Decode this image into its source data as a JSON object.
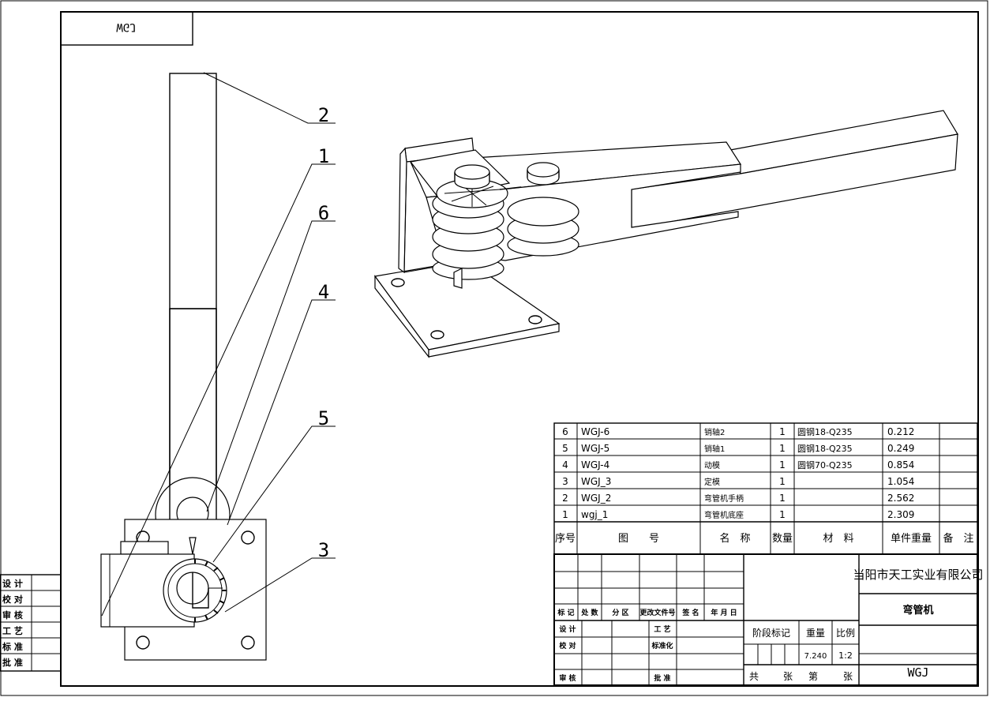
{
  "drawing": {
    "corner_code_mirrored": "WGJ",
    "balloons": [
      "2",
      "1",
      "6",
      "4",
      "5",
      "3"
    ]
  },
  "left_signoff": [
    "设 计",
    "校 对",
    "审 核",
    "工 艺",
    "标 准",
    "批 准"
  ],
  "bom": {
    "rows": [
      {
        "seq": "6",
        "code": "WGJ-6",
        "name": "销轴2",
        "qty": "1",
        "material": "圆钢18-Q235",
        "weight": "0.212",
        "note": ""
      },
      {
        "seq": "5",
        "code": "WGJ-5",
        "name": "销轴1",
        "qty": "1",
        "material": "圆钢18-Q235",
        "weight": "0.249",
        "note": ""
      },
      {
        "seq": "4",
        "code": "WGJ-4",
        "name": "动模",
        "qty": "1",
        "material": "圆钢70-Q235",
        "weight": "0.854",
        "note": ""
      },
      {
        "seq": "3",
        "code": "WGJ_3",
        "name": "定模",
        "qty": "1",
        "material": "",
        "weight": "1.054",
        "note": ""
      },
      {
        "seq": "2",
        "code": "WGJ_2",
        "name": "弯管机手柄",
        "qty": "1",
        "material": "",
        "weight": "2.562",
        "note": ""
      },
      {
        "seq": "1",
        "code": "wgj_1",
        "name": "弯管机底座",
        "qty": "1",
        "material": "",
        "weight": "2.309",
        "note": ""
      }
    ],
    "header": {
      "seq": "序号",
      "code": "图　　号",
      "name": "名　称",
      "qty": "数量",
      "material": "材　料",
      "weight": "单件重量",
      "note": "备　注"
    }
  },
  "title_block": {
    "revision_headers": [
      "标 记",
      "处 数",
      "分 区",
      "更改文件号",
      "签 名",
      "年 月 日"
    ],
    "signoff_left": [
      "设 计",
      "校 对",
      "审 核"
    ],
    "signoff_mid": [
      "工 艺",
      "标准化",
      "批 准"
    ],
    "company": "当阳市天工实业有限公司",
    "product_name": "弯管机",
    "drawing_number": "WGJ",
    "stage_label": "阶段标记",
    "weight_label": "重量",
    "scale_label": "比例",
    "weight_value": "7.240",
    "scale_value": "1:2",
    "sheet_total": "共",
    "sheet_unit1": "张",
    "sheet_num": "第",
    "sheet_unit2": "张"
  }
}
